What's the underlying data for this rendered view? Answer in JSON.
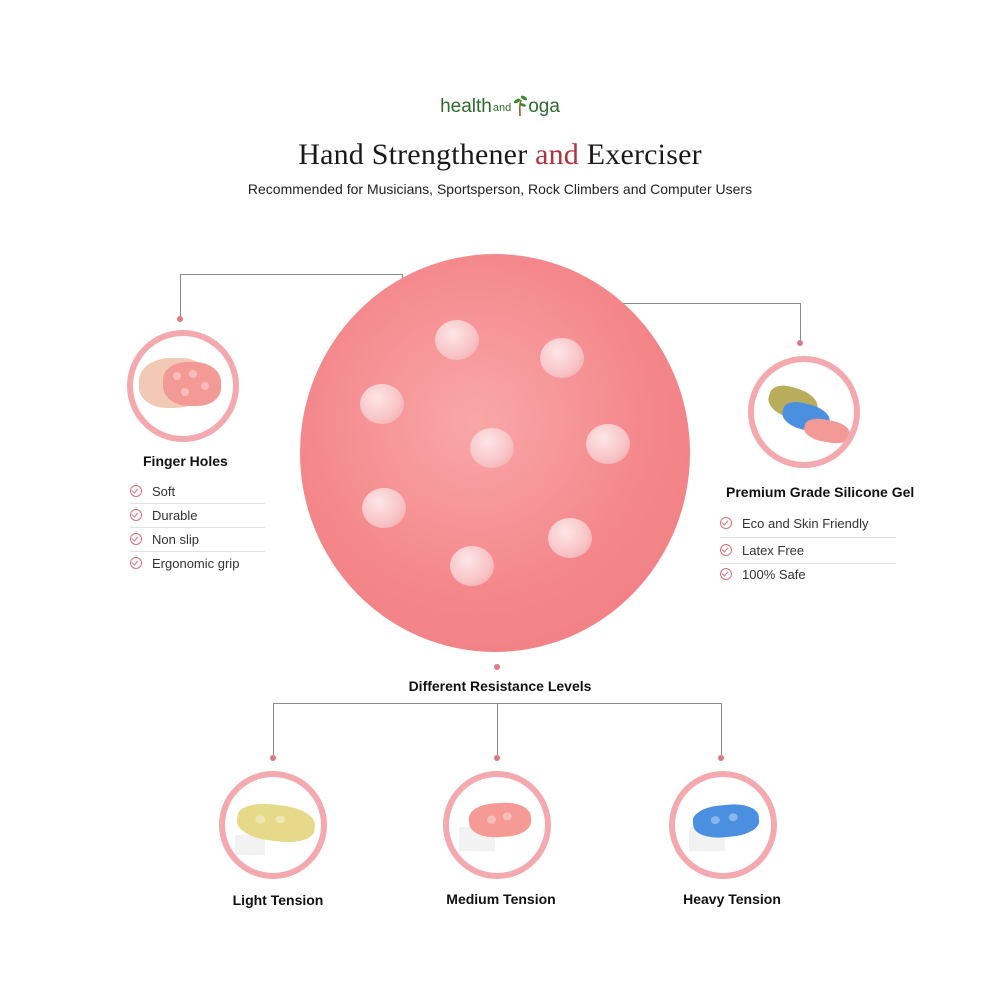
{
  "brand": {
    "part1": "health",
    "part2": "and",
    "part3": "oga"
  },
  "title": {
    "part1": "Hand Strengthener ",
    "accent": "and",
    "part2": " Exerciser"
  },
  "subtitle": "Recommended for Musicians, Sportsperson, Rock Climbers and Computer Users",
  "left_panel": {
    "heading": "Finger Holes",
    "items": [
      "Soft",
      "Durable",
      "Non slip",
      "Ergonomic grip"
    ]
  },
  "right_panel": {
    "heading": "Premium Grade Silicone Gel",
    "items": [
      "Eco and Skin Friendly",
      "Latex Free",
      "100% Safe"
    ]
  },
  "resistance_heading": "Different Resistance Levels",
  "tensions": [
    {
      "label": "Light Tension",
      "color": "#e6d98a"
    },
    {
      "label": "Medium Tension",
      "color": "#f59a95"
    },
    {
      "label": "Heavy Tension",
      "color": "#4a8fe0"
    }
  ],
  "colors": {
    "accent": "#b0323e",
    "ring": "#f3a9ad",
    "disc": "#f4878b",
    "brand": "#2e6b2a"
  }
}
